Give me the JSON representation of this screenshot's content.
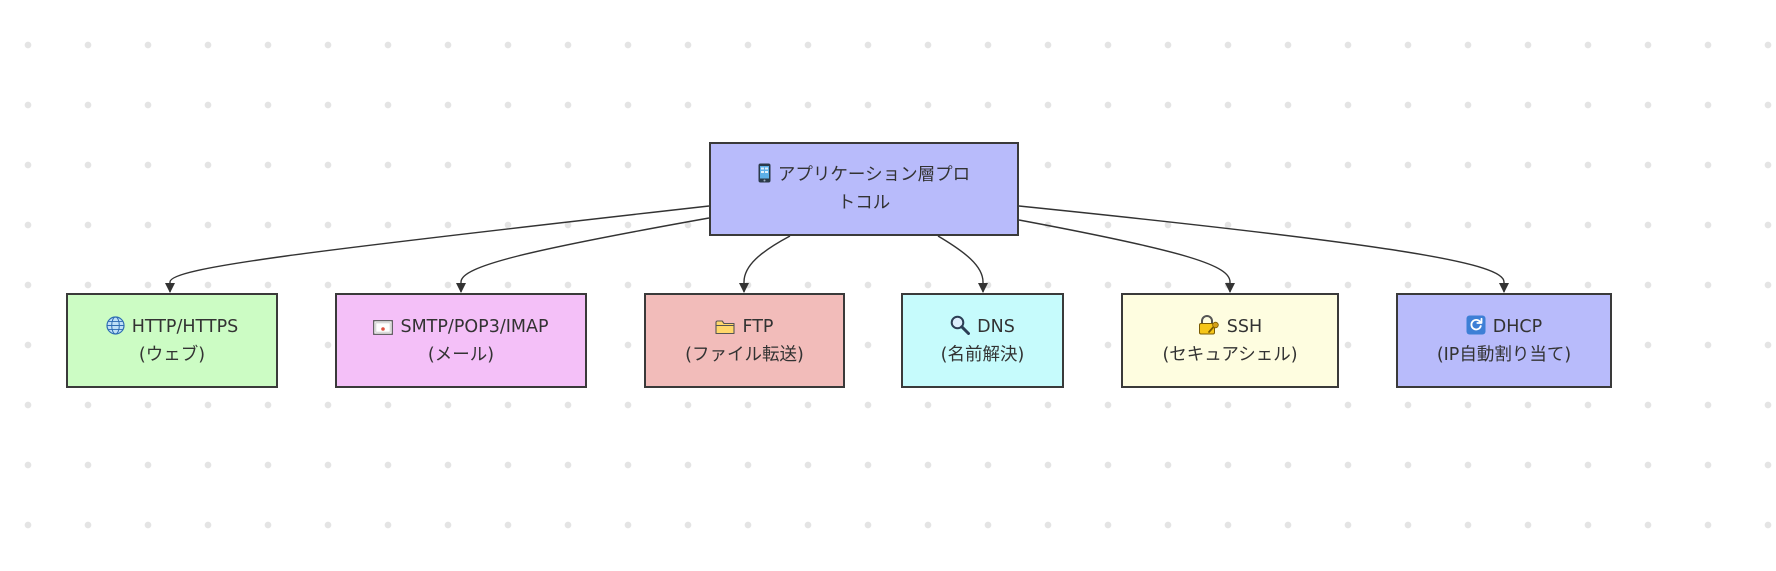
{
  "diagram": {
    "root": {
      "icon": "mobile-phone-icon",
      "line1": "アプリケーション層プロ",
      "line2": "トコル"
    },
    "children": [
      {
        "id": "http",
        "icon": "globe-icon",
        "title": "HTTP/HTTPS",
        "subtitle": "(ウェブ)"
      },
      {
        "id": "smtp",
        "icon": "envelope-icon",
        "title": "SMTP/POP3/IMAP",
        "subtitle": "(メール)"
      },
      {
        "id": "ftp",
        "icon": "folder-icon",
        "title": "FTP",
        "subtitle": "(ファイル転送)"
      },
      {
        "id": "dns",
        "icon": "magnifier-icon",
        "title": "DNS",
        "subtitle": "(名前解決)"
      },
      {
        "id": "ssh",
        "icon": "lock-key-icon",
        "title": "SSH",
        "subtitle": "(セキュアシェル)"
      },
      {
        "id": "dhcp",
        "icon": "refresh-icon",
        "title": "DHCP",
        "subtitle": "(IP自動割り当て)"
      }
    ],
    "edges": [
      {
        "from": "root",
        "to": "http"
      },
      {
        "from": "root",
        "to": "smtp"
      },
      {
        "from": "root",
        "to": "ftp"
      },
      {
        "from": "root",
        "to": "dns"
      },
      {
        "from": "root",
        "to": "ssh"
      },
      {
        "from": "root",
        "to": "dhcp"
      }
    ]
  }
}
